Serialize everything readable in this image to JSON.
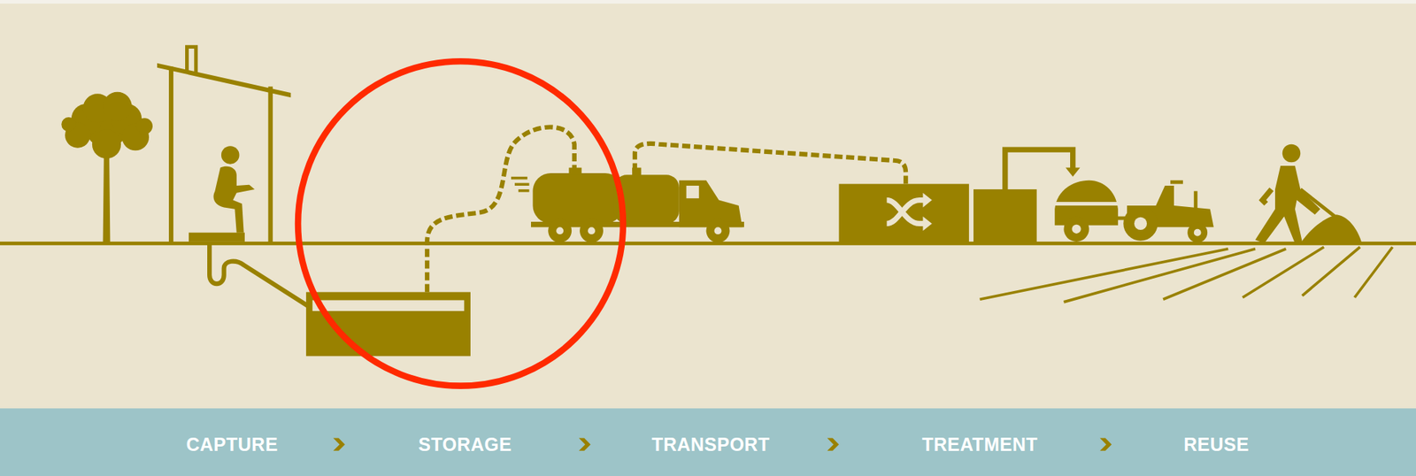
{
  "diagram": {
    "labels": [
      "CAPTURE",
      "STORAGE",
      "TRANSPORT",
      "TREATMENT",
      "REUSE"
    ]
  }
}
